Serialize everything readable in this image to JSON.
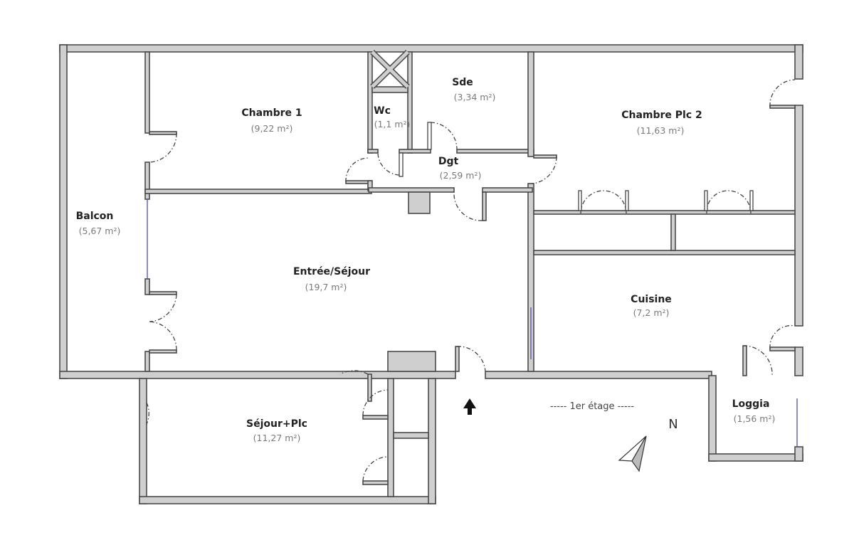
{
  "rooms": {
    "chambre1": {
      "name": "Chambre 1",
      "area": "(9,22 m²)"
    },
    "sde": {
      "name": "Sde",
      "area": "(3,34 m²)"
    },
    "wc": {
      "name": "Wc",
      "area": "(1,1 m²)"
    },
    "dgt": {
      "name": "Dgt",
      "area": "(2,59 m²)"
    },
    "chambre2": {
      "name": "Chambre Plc 2",
      "area": "(11,63 m²)"
    },
    "balcon": {
      "name": "Balcon",
      "area": "(5,67 m²)"
    },
    "sejour": {
      "name": "Entrée/Séjour",
      "area": "(19,7 m²)"
    },
    "cuisine": {
      "name": "Cuisine",
      "area": "(7,2 m²)"
    },
    "sejourplc": {
      "name": "Séjour+Plc",
      "area": "(11,27 m²)"
    },
    "loggia": {
      "name": "Loggia",
      "area": "(1,56 m²)"
    }
  },
  "floor_label": "----- 1er étage -----",
  "north_label": "N",
  "colors": {
    "wall": "#cfcfcf",
    "outline": "#4a4a4a",
    "window": "#5a5aa8"
  }
}
